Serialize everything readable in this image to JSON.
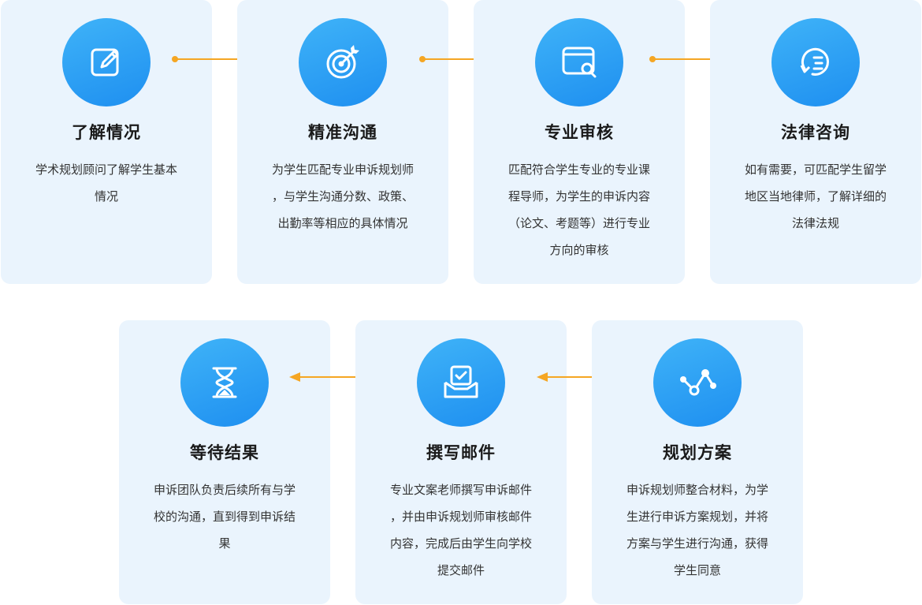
{
  "colors": {
    "card_bg": "#eaf4fd",
    "circle_start": "#3fb3f8",
    "circle_end": "#1e8ff0",
    "arrow": "#f5a623",
    "title": "#1a1a1a",
    "text": "#333333"
  },
  "steps": [
    {
      "title": "了解情况",
      "desc": "学术规划顾问了解学生基本\n情况",
      "icon": "edit-icon"
    },
    {
      "title": "精准沟通",
      "desc": "为学生匹配专业申诉规划师\n，与学生沟通分数、政策、\n出勤率等相应的具体情况",
      "icon": "target-icon"
    },
    {
      "title": "专业审核",
      "desc": "匹配符合学生专业的专业课\n程导师，为学生的申诉内容\n（论文、考题等）进行专业\n方向的审核",
      "icon": "review-search-icon"
    },
    {
      "title": "法律咨询",
      "desc": "如有需要，可匹配学生留学\n地区当地律师，了解详细的\n法律法规",
      "icon": "consult-icon"
    },
    {
      "title": "规划方案",
      "desc": "申诉规划师整合材料，为学\n生进行申诉方案规划，并将\n方案与学生进行沟通，获得\n学生同意",
      "icon": "plan-graph-icon"
    },
    {
      "title": "撰写邮件",
      "desc": "专业文案老师撰写申诉邮件\n，并由申诉规划师审核邮件\n内容，完成后由学生向学校\n提交邮件",
      "icon": "mail-tray-icon"
    },
    {
      "title": "等待结果",
      "desc": "申诉团队负责后续所有与学\n校的沟通，直到得到申诉结\n果",
      "icon": "hourglass-icon"
    }
  ]
}
